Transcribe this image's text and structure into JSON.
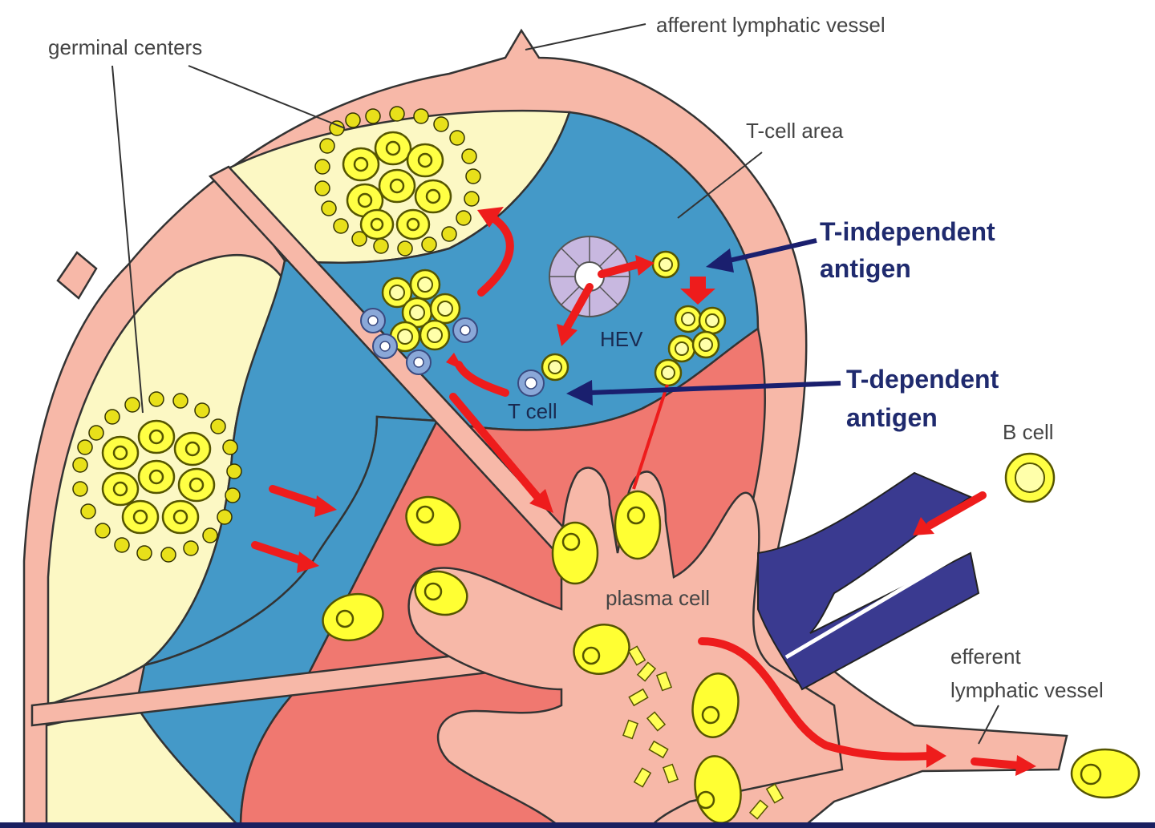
{
  "labels": {
    "germinal_centers": "germinal centers",
    "afferent_vessel": "afferent lymphatic vessel",
    "t_cell_area": "T-cell area",
    "t_independent_1": "T-independent",
    "t_independent_2": "antigen",
    "t_dependent_1": "T-dependent",
    "t_dependent_2": "antigen",
    "hev": "HEV",
    "t_cell": "T cell",
    "b_cell": "B cell",
    "plasma_cell": "plasma cell",
    "efferent_1": "efferent",
    "efferent_2": "lymphatic vessel"
  },
  "colors": {
    "capsule_pink": "#f7b8a8",
    "cortex_cream": "#fcf8c4",
    "paracortex_blue": "#4499c8",
    "medulla_salmon": "#f07870",
    "cell_yellow": "#ffff33",
    "arrow_red": "#ee1c1c",
    "antigen_navy": "#1a1f6e",
    "blood_vessel": "#3a3a90"
  }
}
